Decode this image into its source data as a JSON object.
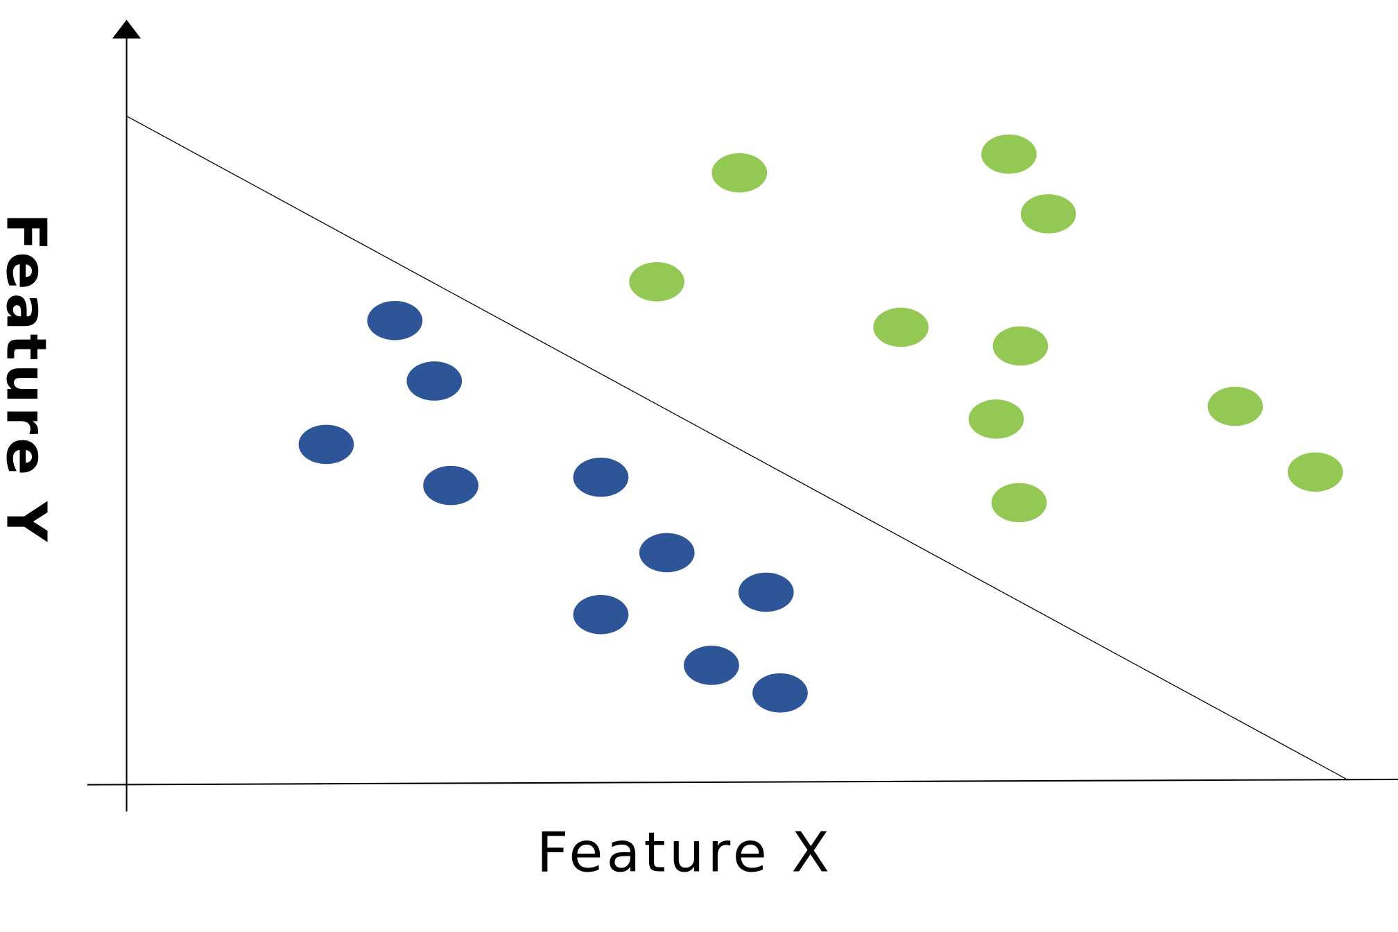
{
  "chart_data": {
    "type": "scatter",
    "title": "",
    "xlabel": "Feature X",
    "ylabel": "Feature Y",
    "xlim": [
      0,
      10
    ],
    "ylim": [
      0,
      10
    ],
    "grid": false,
    "series": [
      {
        "color": "#2E5597",
        "x": [
          2.11,
          2.42,
          1.57,
          2.55,
          3.73,
          4.25,
          5.03,
          3.73,
          4.6,
          5.14
        ],
        "y": [
          6.22,
          5.41,
          4.56,
          4.01,
          4.12,
          3.11,
          2.58,
          2.28,
          1.6,
          1.23
        ]
      },
      {
        "color": "#92C853",
        "x": [
          4.82,
          6.94,
          7.25,
          4.17,
          6.09,
          7.03,
          6.84,
          8.72,
          9.35,
          7.02
        ],
        "y": [
          8.2,
          8.45,
          7.65,
          6.74,
          6.13,
          5.88,
          4.9,
          5.07,
          4.19,
          3.78
        ]
      }
    ],
    "decision_boundary": {
      "x": [
        0,
        9.59
      ],
      "y": [
        8.96,
        0.08
      ]
    }
  }
}
